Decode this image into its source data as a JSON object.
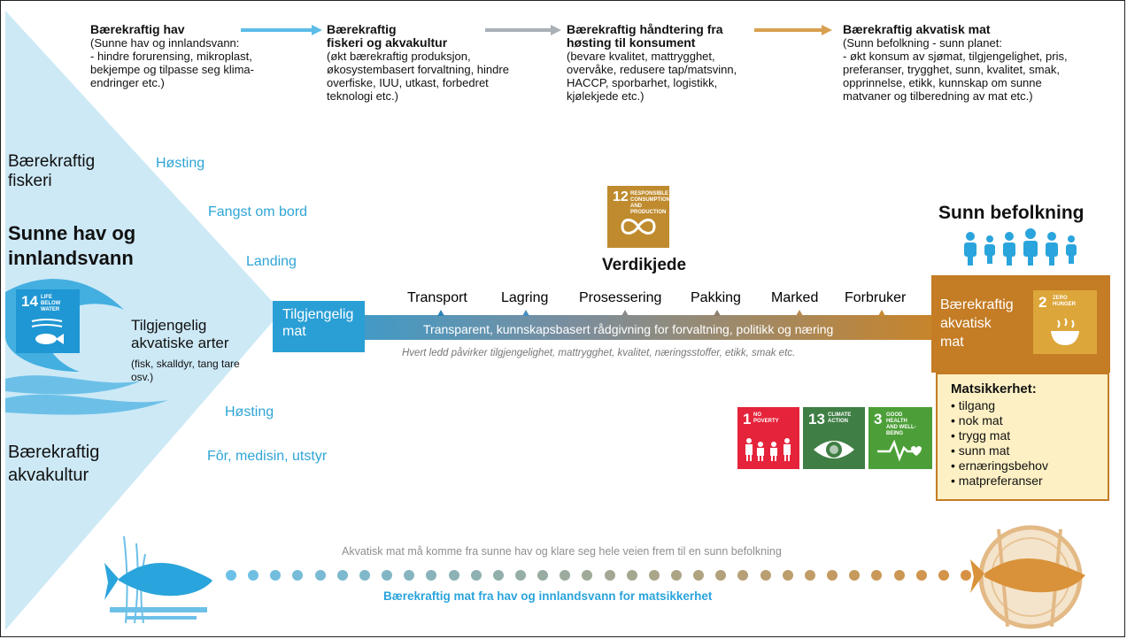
{
  "header": [
    {
      "title": [
        "Bærekraftig hav"
      ],
      "body": [
        "(Sunne hav og innlandsvann:",
        "- hindre forurensing, mikroplast,",
        "bekjempe og tilpasse seg klima-",
        "endringer etc.)"
      ]
    },
    {
      "title": [
        "Bærekraftig",
        "fiskeri og akvakultur"
      ],
      "body": [
        "(økt bærekraftig produksjon,",
        "økosystembasert forvaltning, hindre",
        "overfiske, IUU, utkast, forbedret",
        "teknologi etc.)"
      ]
    },
    {
      "title": [
        "Bærekraftig håndtering fra",
        "høsting til konsument"
      ],
      "body": [
        "(bevare kvalitet, mattrygghet,",
        "overvåke, redusere tap/matsvinn,",
        "HACCP, sporbarhet, logistikk,",
        "kjølekjede etc.)"
      ]
    },
    {
      "title": [
        "Bærekraftig akvatisk mat"
      ],
      "body": [
        "(Sunn befolkning - sunn planet:",
        "- økt konsum av sjømat, tilgjengelighet, pris,",
        "preferanser, trygghet, sunn, kvalitet, smak,",
        "opprinnelse, etikk, kunnskap om sunne",
        "matvaner og tilberedning av mat etc.)"
      ]
    }
  ],
  "left": {
    "fiskeri": [
      "Bærekraftig",
      "fiskeri"
    ],
    "sunne_hav": [
      "Sunne hav og",
      "innlandsvann"
    ],
    "akvakultur": [
      "Bærekraftig",
      "akvakultur"
    ],
    "tilgjengelig_arter": [
      "Tilgjengelig",
      "akvatiske arter"
    ],
    "arter_note": [
      "(fisk, skalldyr, tang tare",
      "osv.)"
    ]
  },
  "blue_steps": {
    "hosting_top": "Høsting",
    "fangst": "Fangst om bord",
    "landing": "Landing",
    "hosting_bottom": "Høsting",
    "for": "Fôr, medisin, utstyr"
  },
  "value_chain": {
    "title": "Verdikjede",
    "tilgjengelig_mat": [
      "Tilgjengelig",
      "mat"
    ],
    "steps": [
      "Transport",
      "Lagring",
      "Prosessering",
      "Pakking",
      "Marked",
      "Forbruker"
    ],
    "step_colors": [
      "#2e84b8",
      "#4a8fc0",
      "#8a8a8a",
      "#8c8070",
      "#b88a50",
      "#c98a30"
    ],
    "bar_text": "Transparent, kunnskapsbasert rådgivning for forvaltning, politikk og næring",
    "note": "Hvert ledd påvirker tilgjengelighet, mattrygghet, kvalitet, næringsstoffer, etikk, smak etc."
  },
  "right": {
    "sunn_befolkning": "Sunn befolkning",
    "aquatic_food": [
      "Bærekraftig",
      "akvatisk",
      "mat"
    ],
    "matsikkerhet_title": "Matsikkerhet:",
    "matsikkerhet_items": [
      "• tilgang",
      "• nok mat",
      "• trygg mat",
      "• sunn mat",
      "• ernæringsbehov",
      "• matpreferanser"
    ]
  },
  "sdg": {
    "g14": {
      "num": "14",
      "text": [
        "Life",
        "below water"
      ],
      "color": "#1f97d4"
    },
    "g12": {
      "num": "12",
      "text": [
        "Responsible",
        "consumption",
        "and production"
      ],
      "color": "#bf8b2e"
    },
    "g2": {
      "num": "2",
      "text": [
        "Zero",
        "hunger"
      ],
      "color": "#dda63a"
    },
    "g1": {
      "num": "1",
      "text": [
        "No",
        "poverty"
      ],
      "color": "#e5243b"
    },
    "g13": {
      "num": "13",
      "text": [
        "Climate",
        "action"
      ],
      "color": "#3f7e44"
    },
    "g3": {
      "num": "3",
      "text": [
        "Good health",
        "and well-being"
      ],
      "color": "#4c9f38"
    }
  },
  "bottom": {
    "grey_text": "Akvatisk mat må komme fra sunne hav og klare seg hele veien frem til en sunn befolkning",
    "blue_text": "Bærekraftig mat fra hav og innlandsvann for matsikkerhet"
  },
  "colors": {
    "light_blue": "#bfe3f4",
    "mid_blue": "#2aa4dc",
    "label_blue": "#2fa5d6",
    "orange": "#c8842a",
    "orange_box": "#c47c25",
    "cream": "#fdf0c4"
  }
}
